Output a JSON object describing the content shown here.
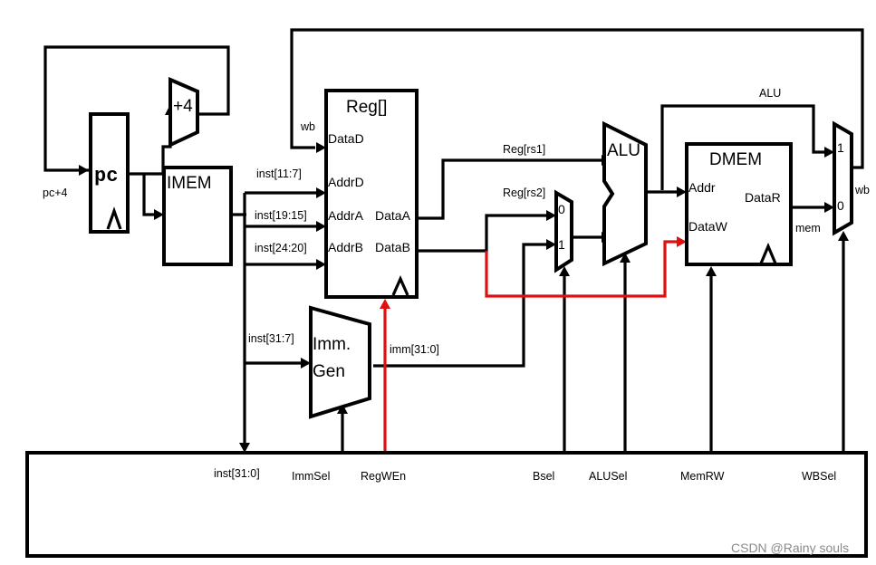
{
  "blocks": {
    "pc": "pc",
    "plus4": "+4",
    "imem": "IMEM",
    "reg": "Reg[]",
    "alu": "ALU",
    "dmem": "DMEM",
    "immgen_line1": "Imm.",
    "immgen_line2": "Gen"
  },
  "ports": {
    "datad": "DataD",
    "addrd": "AddrD",
    "addra": "AddrA",
    "addrb": "AddrB",
    "dataa": "DataA",
    "datab": "DataB",
    "dmem_addr": "Addr",
    "dmem_datar": "DataR",
    "dmem_dataw": "DataW"
  },
  "wires": {
    "pc_plus4": "pc+4",
    "inst_11_7": "inst[11:7]",
    "inst_19_15": "inst[19:15]",
    "inst_24_20": "inst[24:20]",
    "inst_31_7": "inst[31:7]",
    "imm_31_0": "imm[31:0]",
    "reg_rs1": "Reg[rs1]",
    "reg_rs2": "Reg[rs2]",
    "wb_top": "wb",
    "wb_right": "wb",
    "alu_bypass": "ALU",
    "mem": "mem",
    "bmux_0": "0",
    "bmux_1": "1",
    "wbmux_1": "1",
    "wbmux_0": "0"
  },
  "control": {
    "inst_31_0": "inst[31:0]",
    "immsel": "ImmSel",
    "regwen": "RegWEn",
    "bsel": "Bsel",
    "alusel": "ALUSel",
    "memrw": "MemRW",
    "wbsel": "WBSel"
  },
  "watermark": "CSDN @Rainy souls",
  "colors": {
    "wire": "#000000",
    "highlight": "#e01010",
    "watermark": "#8a8a8a"
  }
}
